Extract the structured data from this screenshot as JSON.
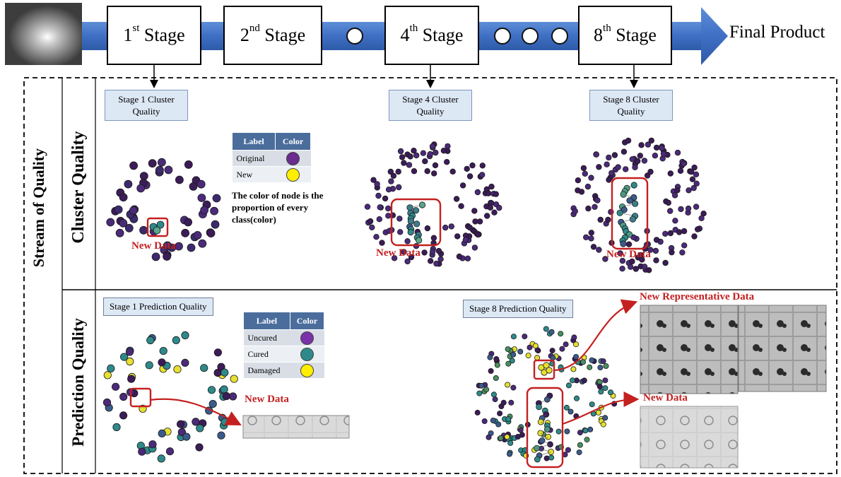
{
  "pipeline": {
    "stages": [
      {
        "ordinal": "1",
        "suffix": "st",
        "label": "Stage"
      },
      {
        "ordinal": "2",
        "suffix": "nd",
        "label": "Stage"
      },
      {
        "ordinal": "4",
        "suffix": "th",
        "label": "Stage"
      },
      {
        "ordinal": "8",
        "suffix": "th",
        "label": "Stage"
      }
    ],
    "final_label": "Final Product"
  },
  "rows": {
    "outer_label": "Stream of Quality",
    "cluster_label": "Cluster Quality",
    "prediction_label": "Prediction Quality"
  },
  "cluster_quality": {
    "stage1_title": "Stage 1 Cluster Quality",
    "stage4_title": "Stage 4 Cluster Quality",
    "stage8_title": "Stage 8 Cluster Quality",
    "new_data_label": "New Data",
    "legend": {
      "headers": [
        "Label",
        "Color"
      ],
      "rows": [
        {
          "label": "Original",
          "color": "#6a2c8f"
        },
        {
          "label": "New",
          "color": "#ffee00"
        }
      ]
    },
    "note": "The color of node is the proportion of every class(color)"
  },
  "prediction_quality": {
    "stage1_title": "Stage 1 Prediction Quality",
    "stage8_title": "Stage 8 Prediction Quality",
    "new_data_label": "New Data",
    "new_representative_label": "New Representative Data",
    "legend": {
      "headers": [
        "Label",
        "Color"
      ],
      "rows": [
        {
          "label": "Uncured",
          "color": "#7b32a8"
        },
        {
          "label": "Cured",
          "color": "#2e8a8a"
        },
        {
          "label": "Damaged",
          "color": "#ffee00"
        }
      ]
    }
  },
  "colors": {
    "arrow": "#3f6fc4",
    "highlight": "#c42020",
    "node_original": "#3c1c58",
    "node_cured": "#2e8a8a",
    "node_damaged": "#e8e030"
  }
}
